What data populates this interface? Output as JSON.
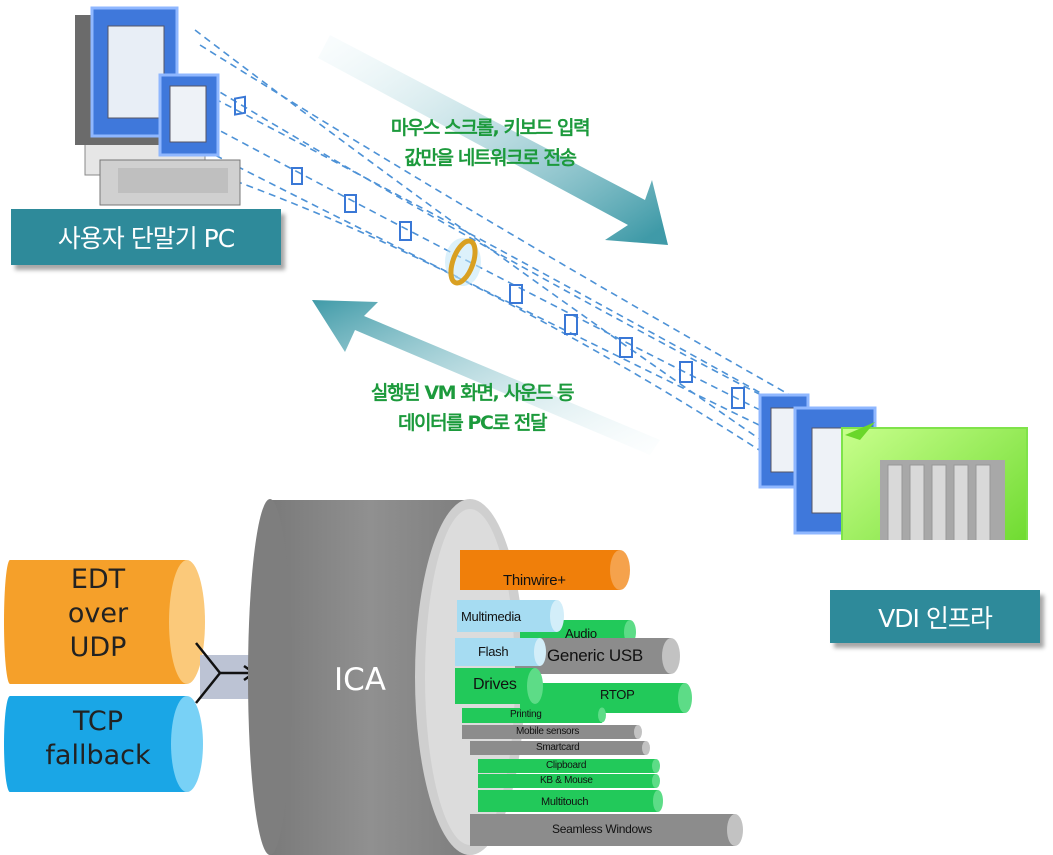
{
  "top": {
    "pc_label": "사용자 단말기 PC",
    "vdi_label": "VDI 인프라",
    "caption_upstream": [
      "마우스 스크롤, 키보드 입력",
      "값만을 네트워크로 전송"
    ],
    "caption_downstream": [
      "실행된 VM 화면, 사운드 등",
      "데이터를 PC로 전달"
    ]
  },
  "bottom": {
    "edt_lines": [
      "EDT",
      "over",
      "UDP"
    ],
    "tcp_lines": [
      "TCP",
      "fallback"
    ],
    "ica_label": "ICA",
    "channels": {
      "thinwire": "Thinwire+",
      "multimedia": "Multimedia",
      "audio": "Audio",
      "flash": "Flash",
      "generic_usb": "Generic USB",
      "drives": "Drives",
      "rtop": "RTOP",
      "printing": "Printing",
      "mobile_sensors": "Mobile sensors",
      "smartcard": "Smartcard",
      "clipboard": "Clipboard",
      "kb_mouse": "KB & Mouse",
      "multitouch": "Multitouch",
      "seamless_windows": "Seamless Windows"
    }
  },
  "colors": {
    "teal_label": "#2e8a9a",
    "caption_green": "#1c9a3c",
    "orange": "#f5a02a",
    "blue": "#1aa6e6",
    "gray": "#8c8c8c",
    "green": "#22c95a",
    "light_blue": "#a6dcf2",
    "dark_orange": "#f07f0a"
  }
}
